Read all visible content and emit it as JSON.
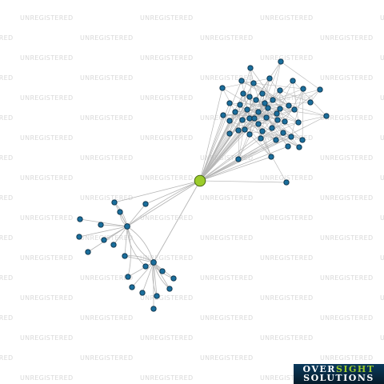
{
  "watermark": {
    "text": "UNREGISTERED"
  },
  "logo": {
    "line1_a": "OVER",
    "line1_b": "SIGHT",
    "line2": "SOLUTIONS"
  },
  "colors": {
    "background": "#ffffff",
    "edge": "#b5b5b5",
    "node_fill": "#1a6e9c",
    "node_stroke": "#0c2f45",
    "center_fill": "#9ccc2c",
    "center_stroke": "#3d5c0a",
    "watermark": "#d9d9d9"
  }
}
